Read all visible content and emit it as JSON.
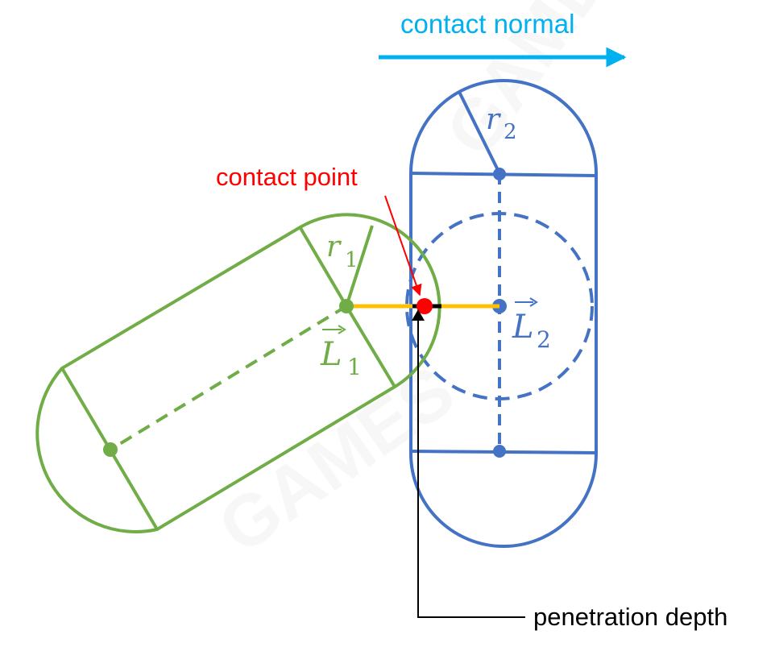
{
  "labels": {
    "contact_normal": "contact normal",
    "contact_point": "contact point",
    "penetration_depth": "penetration depth",
    "r1": {
      "main": "r",
      "sub": "1"
    },
    "r2": {
      "main": "r",
      "sub": "2"
    },
    "L1": {
      "main": "L",
      "sub": "1"
    },
    "L2": {
      "main": "L",
      "sub": "2"
    }
  },
  "colors": {
    "capsule1": "#70ad47",
    "capsule2": "#4472c4",
    "normal_arrow": "#00b0f0",
    "contact_point": "#ff0000",
    "segment": "#ffc000",
    "depth": "#000000",
    "watermark": "#f1f1f1"
  },
  "watermark_text": "GAMES"
}
